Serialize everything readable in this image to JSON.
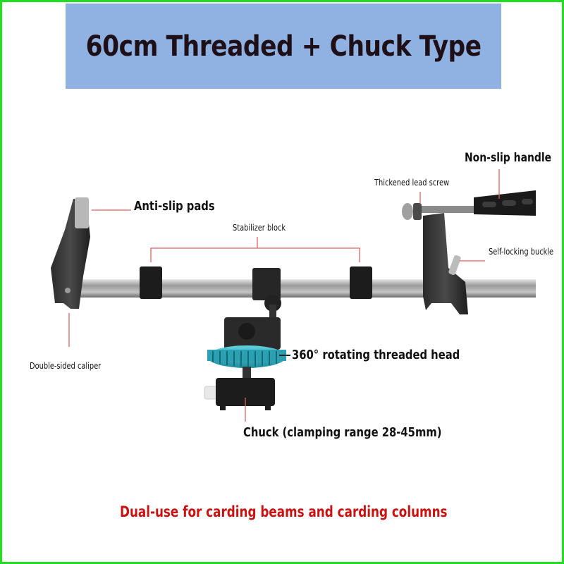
{
  "title": "60cm Threaded + Chuck Type",
  "labels": {
    "anti_slip_pads": "Anti-slip pads",
    "stabilizer_block": "Stabilizer block",
    "thickened_lead_screw": "Thickened lead screw",
    "non_slip_handle": "Non-slip handle",
    "self_locking_buckle": "Self-locking buckle",
    "double_sided_caliper": "Double-sided caliper",
    "rotating_head": "360° rotating threaded head",
    "chuck": "Chuck (clamping range 28-45mm)"
  },
  "footer": "Dual-use for carding beams and carding columns",
  "colors": {
    "border": "#22dd22",
    "banner": "#8fb2e3",
    "title_text": "#1e1016",
    "leader_lines": "#e06060",
    "footer_text": "#cc1111",
    "rotating_head": "#2fa8b8"
  }
}
